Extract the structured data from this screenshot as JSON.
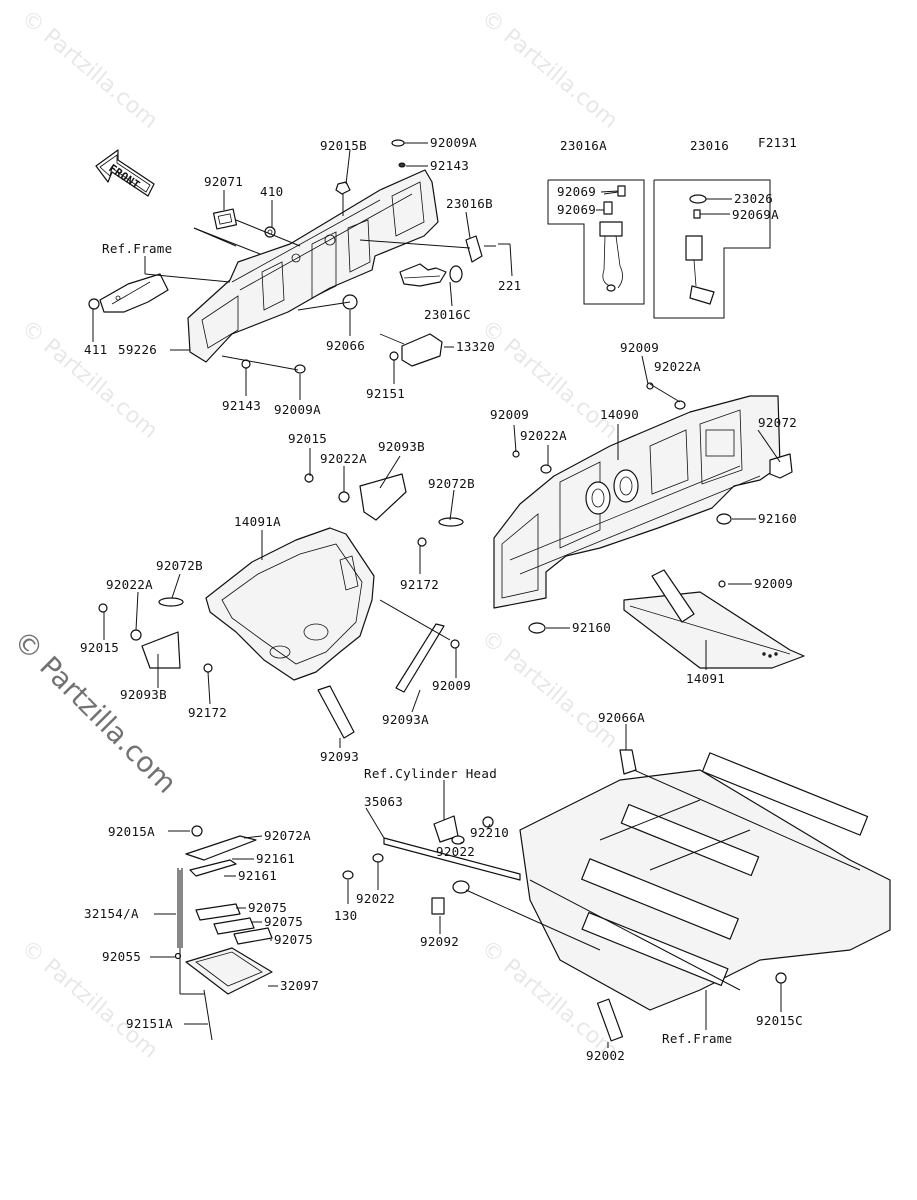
{
  "figure_code": "F2131",
  "front_label": "FRONT",
  "watermark": "© Partzilla.com",
  "ref_labels": {
    "frame_top": "Ref.Frame",
    "cylinder_head": "Ref.Cylinder Head",
    "frame_bottom": "Ref.Frame"
  },
  "parts": {
    "p92009A_t": "92009A",
    "p92015B": "92015B",
    "p92143_t": "92143",
    "p23016A": "23016A",
    "p23016": "23016",
    "p92071": "92071",
    "p410": "410",
    "p23016B": "23016B",
    "p92069a": "92069",
    "p92069b": "92069",
    "p23026": "23026",
    "p92069A": "92069A",
    "p221": "221",
    "p23016C": "23016C",
    "p411": "411",
    "p59226": "59226",
    "p92066": "92066",
    "p13320": "13320",
    "p92143_b": "92143",
    "p92009A_b": "92009A",
    "p92151": "92151",
    "p92009_r1": "92009",
    "p92022A_r1": "92022A",
    "p92009_r2": "92009",
    "p14090": "14090",
    "p92072": "92072",
    "p92022A_r2": "92022A",
    "p92160_r1": "92160",
    "p92015_m": "92015",
    "p92022A_m": "92022A",
    "p92093B_m": "92093B",
    "p92072B_m": "92072B",
    "p14091A": "14091A",
    "p92172_m": "92172",
    "p92072B_l": "92072B",
    "p92022A_l": "92022A",
    "p92015_l": "92015",
    "p92093B_l": "92093B",
    "p92172_l": "92172",
    "p92009_m": "92009",
    "p92093A": "92093A",
    "p92093": "92093",
    "p92009_r3": "92009",
    "p92160_r2": "92160",
    "p14091": "14091",
    "p92066A": "92066A",
    "p35063": "35063",
    "p92210": "92210",
    "p92022_a": "92022",
    "p92022_b": "92022",
    "p130": "130",
    "p92092": "92092",
    "p92015A": "92015A",
    "p92072A": "92072A",
    "p92161_a": "92161",
    "p92161_b": "92161",
    "p32154A": "32154/A",
    "p92075_a": "92075",
    "p92075_b": "92075",
    "p92075_c": "92075",
    "p92055": "92055",
    "p32097": "32097",
    "p92151A": "92151A",
    "p92015C": "92015C",
    "p92002": "92002"
  }
}
